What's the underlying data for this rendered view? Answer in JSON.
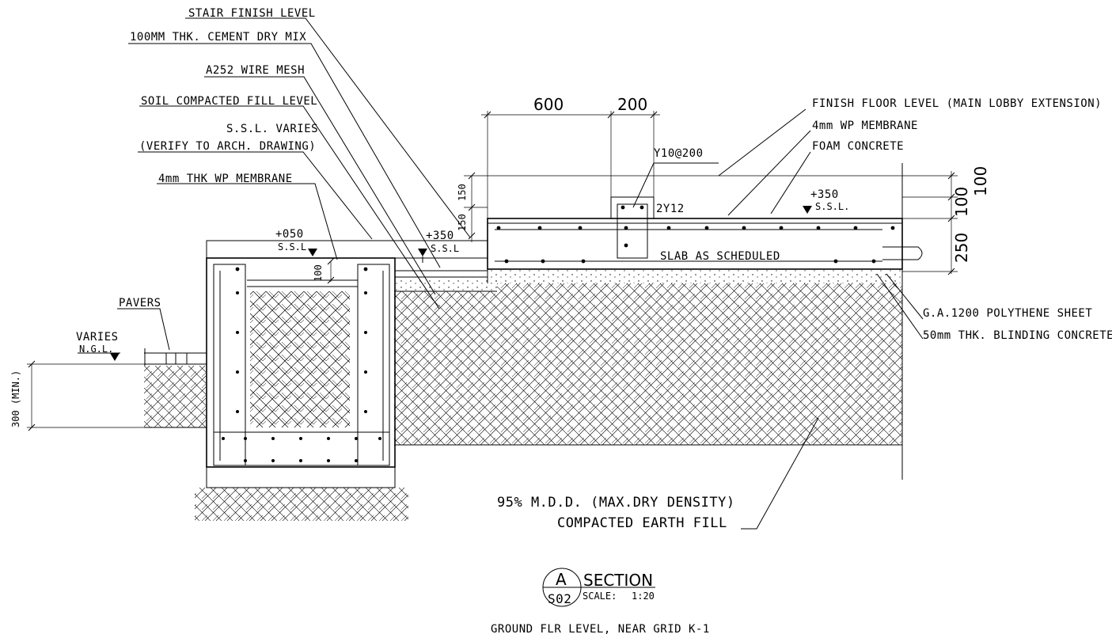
{
  "labels": {
    "stair_finish": "STAIR FINISH LEVEL",
    "cement_dry_mix": "100MM THK. CEMENT DRY MIX",
    "wire_mesh": "A252 WIRE MESH",
    "soil_fill": "SOIL COMPACTED FILL LEVEL",
    "ssl_varies": "S.S.L. VARIES",
    "verify_arch": "(VERIFY TO ARCH. DRAWING)",
    "wp_membrane_left": "4mm THK WP MEMBRANE",
    "pavers": "PAVERS",
    "varies": "VARIES",
    "ngl": "N.G.L.",
    "min300": "300 (MIN.)",
    "ffl": "FINISH FLOOR LEVEL (MAIN LOBBY EXTENSION)",
    "wp_membrane_right": "4mm WP MEMBRANE",
    "foam_concrete": "FOAM CONCRETE",
    "y10": "Y10@200",
    "bars_2y12": "2Y12",
    "slab": "SLAB AS SCHEDULED",
    "polythene": "G.A.1200 POLYTHENE SHEET",
    "blinding": "50mm THK. BLINDING CONCRETE",
    "mdd_line1": "95% M.D.D. (MAX.DRY DENSITY)",
    "mdd_line2": "COMPACTED EARTH FILL"
  },
  "levels": {
    "plus050": "+050",
    "ssl": "S.S.L.",
    "plus350_left": "+350",
    "ssl_left": "S.S.L",
    "plus350_right": "+350",
    "ssl_right": "S.S.L."
  },
  "dimensions": {
    "d600": "600",
    "d200": "200",
    "d150a": "150",
    "d150b": "150",
    "d100_step": "100",
    "d100a": "100",
    "d100b": "100",
    "d250": "250"
  },
  "title_block": {
    "section_letter": "A",
    "sheet": "S02",
    "title": "SECTION",
    "scale_label": "SCALE:",
    "scale_value": "1:20",
    "caption": "GROUND FLR LEVEL, NEAR GRID K-1"
  }
}
